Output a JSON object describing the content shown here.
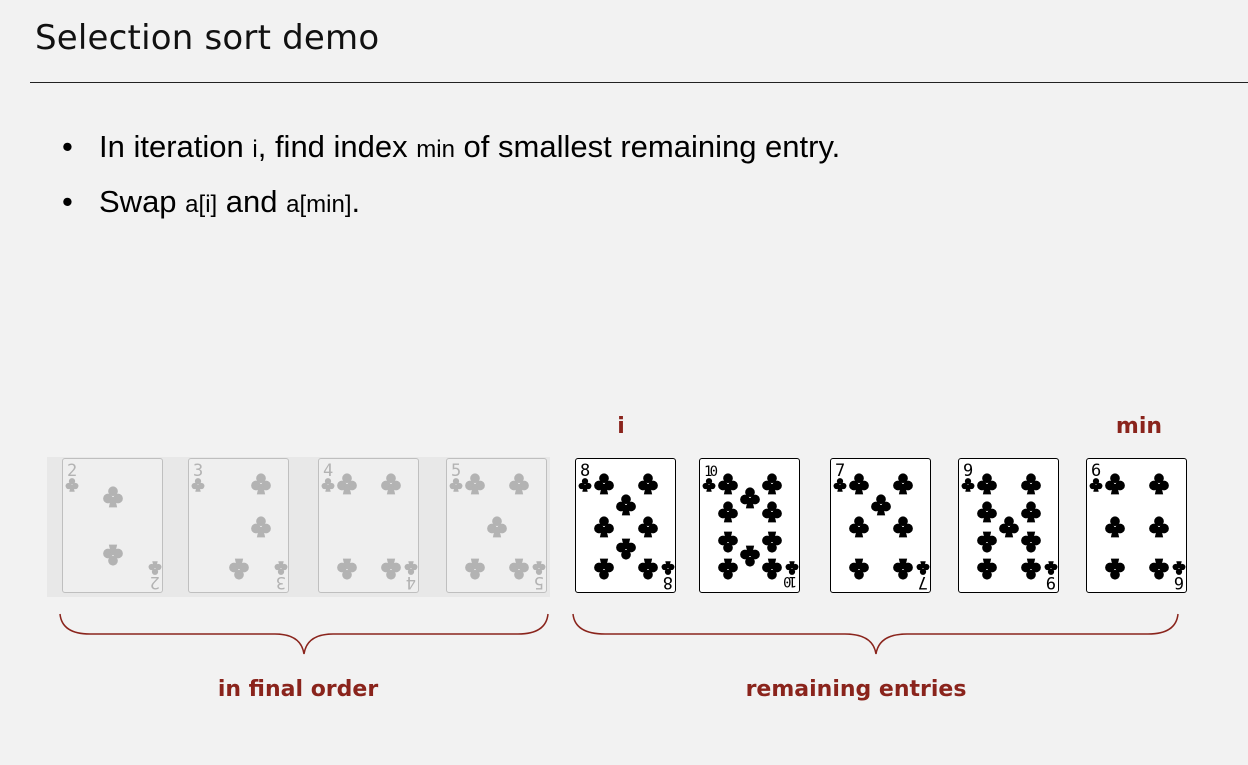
{
  "title": "Selection sort demo",
  "bullets": [
    [
      {
        "text": "In iteration ",
        "code": false
      },
      {
        "text": "i",
        "code": true
      },
      {
        "text": ", find index ",
        "code": false
      },
      {
        "text": "min",
        "code": true
      },
      {
        "text": " of smallest remaining entry.",
        "code": false
      }
    ],
    [
      {
        "text": "Swap ",
        "code": false
      },
      {
        "text": "a[i]",
        "code": true
      },
      {
        "text": " and ",
        "code": false
      },
      {
        "text": "a[min]",
        "code": true
      },
      {
        "text": ".",
        "code": false
      }
    ]
  ],
  "pointers": {
    "i": "i",
    "min": "min"
  },
  "cards": [
    {
      "rank": "2",
      "suit": "clubs",
      "state": "sorted"
    },
    {
      "rank": "3",
      "suit": "clubs",
      "state": "sorted"
    },
    {
      "rank": "4",
      "suit": "clubs",
      "state": "sorted"
    },
    {
      "rank": "5",
      "suit": "clubs",
      "state": "sorted"
    },
    {
      "rank": "8",
      "suit": "clubs",
      "state": "remaining"
    },
    {
      "rank": "10",
      "suit": "clubs",
      "state": "remaining"
    },
    {
      "rank": "7",
      "suit": "clubs",
      "state": "remaining"
    },
    {
      "rank": "9",
      "suit": "clubs",
      "state": "remaining"
    },
    {
      "rank": "6",
      "suit": "clubs",
      "state": "remaining"
    }
  ],
  "groups": {
    "sorted_label": "in final order",
    "remaining_label": "remaining entries"
  },
  "colors": {
    "accent": "#8a241c",
    "faded_ink": "#b3b3b3",
    "ink": "#000000"
  }
}
